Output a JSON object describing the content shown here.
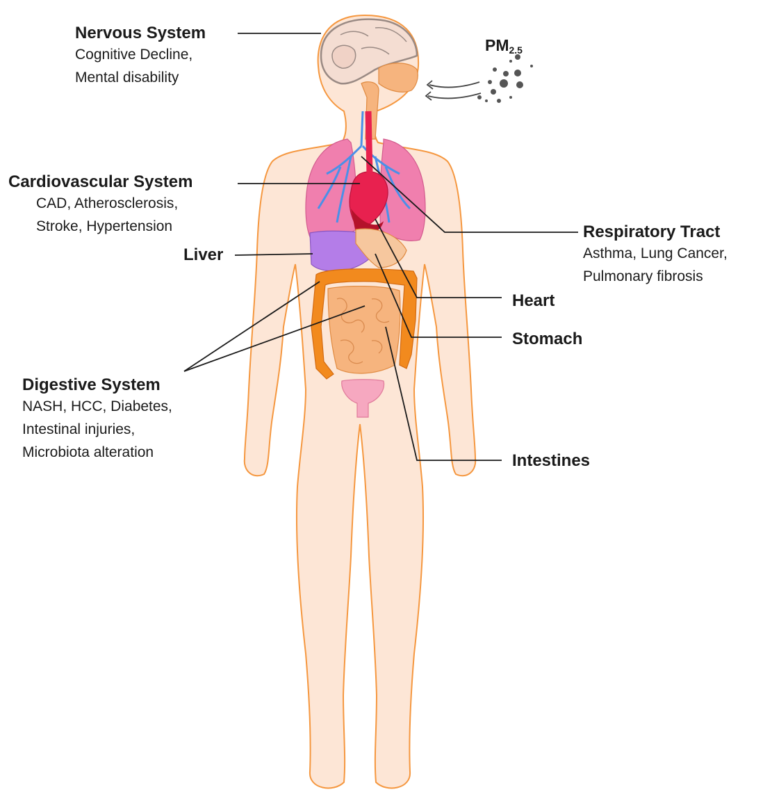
{
  "colors": {
    "body_outline": "#f5973f",
    "body_fill": "#fde6d6",
    "lung": "#f07fae",
    "heart": "#e8214f",
    "artery_blue": "#4a90e8",
    "liver": "#b47de8",
    "colon": "#f28a1e",
    "small_intestine": "#f6b47e",
    "uterus": "#f6a8c0",
    "brain": "#f4ddd2",
    "leader_line": "#1a1a1a"
  },
  "pollutant": {
    "label": "PM",
    "subscript": "2.5"
  },
  "labels": {
    "nervous": {
      "title": "Nervous System",
      "details": [
        "Cognitive Decline,",
        "Mental disability"
      ]
    },
    "cardio": {
      "title": "Cardiovascular System",
      "details": [
        "CAD, Atherosclerosis,",
        "Stroke, Hypertension"
      ]
    },
    "liver": {
      "title": "Liver"
    },
    "respiratory": {
      "title": "Respiratory Tract",
      "details": [
        "Asthma, Lung Cancer,",
        "Pulmonary fibrosis"
      ]
    },
    "heart": {
      "title": "Heart"
    },
    "stomach": {
      "title": "Stomach"
    },
    "digestive": {
      "title": "Digestive System",
      "details": [
        "NASH, HCC, Diabetes,",
        "Intestinal injuries,",
        "Microbiota alteration"
      ]
    },
    "intestines": {
      "title": "Intestines"
    }
  }
}
